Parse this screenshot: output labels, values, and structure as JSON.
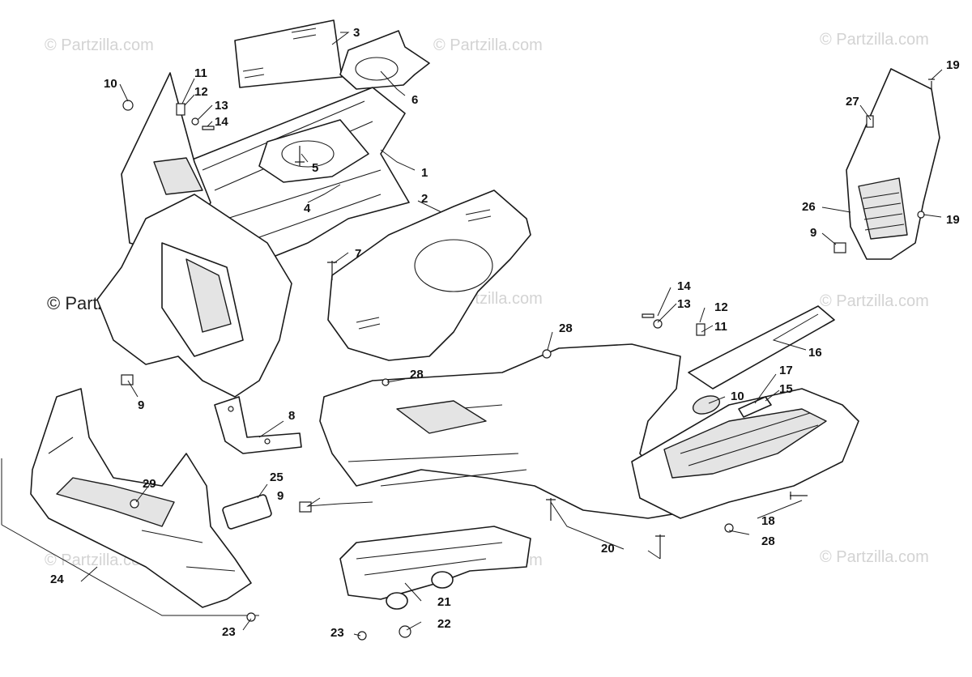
{
  "watermark": "© Partzilla.com",
  "callouts": [
    "1",
    "2",
    "3",
    "4",
    "5",
    "6",
    "7",
    "8",
    "9",
    "9",
    "9",
    "10",
    "10",
    "11",
    "11",
    "12",
    "12",
    "13",
    "13",
    "14",
    "14",
    "15",
    "16",
    "17",
    "18",
    "19",
    "19",
    "20",
    "21",
    "22",
    "23",
    "23",
    "24",
    "25",
    "26",
    "27",
    "28",
    "28",
    "28",
    "29"
  ],
  "colors": {
    "line": "#1a1a1a",
    "shade": "#e4e4e4",
    "watermark": "#d3d3d3"
  }
}
